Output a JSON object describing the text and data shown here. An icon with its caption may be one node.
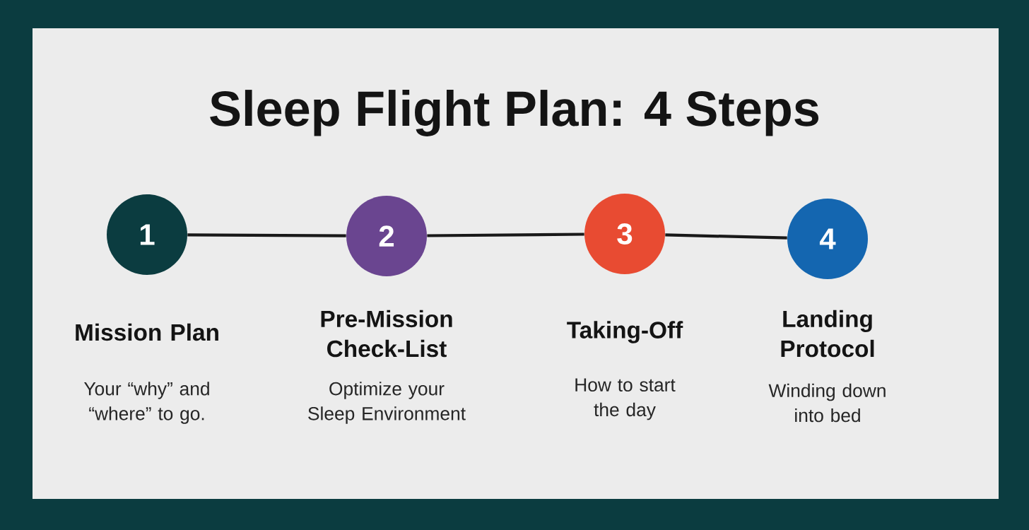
{
  "diagram": {
    "title": "Sleep Flight Plan: 4 Steps",
    "nodes": [
      {
        "text": [
          "1"
        ],
        "beside": [
          "Mission Plan",
          "Your “why” and “where” to go."
        ]
      },
      {
        "text": [
          "2"
        ],
        "beside": [
          "Pre-Mission Check-List",
          "Optimize your Sleep Environment"
        ]
      },
      {
        "text": [
          "3"
        ],
        "beside": [
          "Taking-Off",
          "How to start the day"
        ]
      },
      {
        "text": [
          "4"
        ],
        "beside": [
          "Landing Protocol",
          "Winding down into bed"
        ]
      }
    ],
    "edges": [
      {
        "from": 0,
        "to": 1,
        "arrow": "none"
      },
      {
        "from": 1,
        "to": 2,
        "arrow": "none"
      },
      {
        "from": 2,
        "to": 3,
        "arrow": "none"
      }
    ]
  }
}
